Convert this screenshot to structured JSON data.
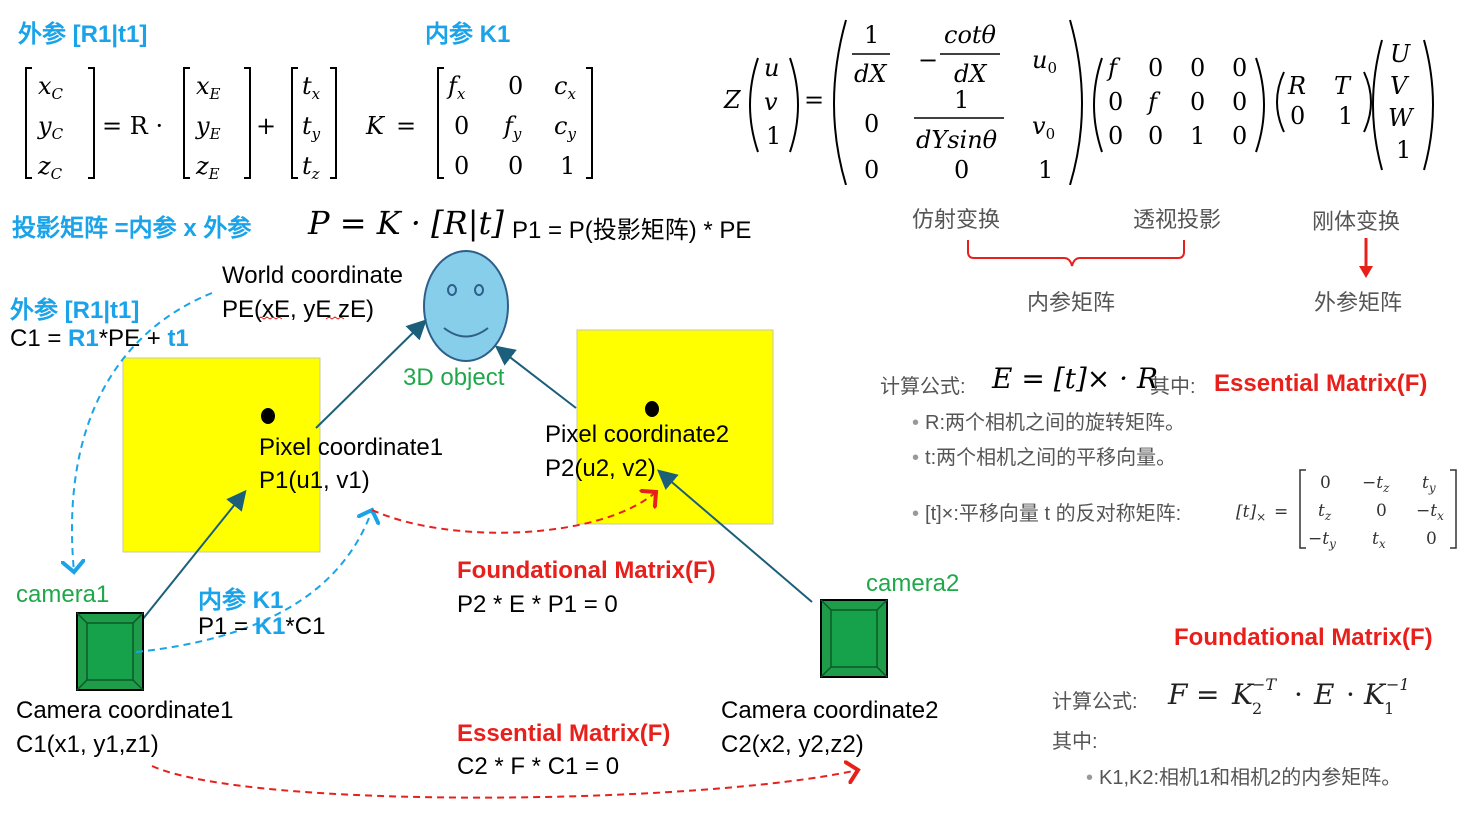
{
  "labels": {
    "extrinsic_title": "外参 [R1|t1]",
    "intrinsic_title": "内参 K1",
    "projection_title": "投影矩阵 =内参 x 外参",
    "projection_formula": "P = K · [R|t]",
    "p1_formula": "P1 = P(投影矩阵) * PE",
    "world_coord": "World coordinate",
    "pe_coord": "PE(xE, yE zE)",
    "extrinsic_left": "外参 [R1|t1]",
    "c1_formula": {
      "pre": "C1 = ",
      "r1": "R1",
      "mid": "*PE + ",
      "t1": "t1"
    },
    "object_label": "3D object",
    "pixel1": "Pixel coordinate1",
    "pixel1_p": "P1(u1, v1)",
    "pixel2": "Pixel coordinate2",
    "pixel2_p": "P2(u2, v2)",
    "camera1": "camera1",
    "camera2": "camera2",
    "intrinsic_k1": "内参 K1",
    "p1k1": {
      "pre": "P1 = ",
      "k1": "K1",
      "post": "*C1"
    },
    "fund_matrix_mid": "Foundational Matrix(F)",
    "p2ep1": "P2 * E * P1 = 0",
    "camera_coord1": "Camera coordinate1",
    "c1xyz": "C1(x1, y1,z1)",
    "camera_coord2": "Camera coordinate2",
    "c2xyz": "C2(x2, y2,z2)",
    "essential_bottom": "Essential Matrix(F)",
    "c2fc1": "C2 * F * C1 = 0"
  },
  "right_panel": {
    "affine": "仿射变换",
    "perspective": "透视投影",
    "rigid": "刚体变换",
    "intrinsic_matrix": "内参矩阵",
    "extrinsic_matrix": "外参矩阵",
    "calc_label": "计算公式:",
    "essential_formula": "E = [t]× · R",
    "essential_where": "其中:",
    "essential_title": "Essential Matrix(F)",
    "bullet_r": "R:两个相机之间的旋转矩阵。",
    "bullet_t": "t:两个相机之间的平移向量。",
    "bullet_tx": "[t]×:平移向量 t 的反对称矩阵:",
    "fund_title": "Foundational Matrix(F)",
    "calc_label2": "计算公式:",
    "fund_formula": "F = K2^-T · E · K1^-1",
    "where2": "其中:",
    "bullet_k": "K1,K2:相机1和相机2的内参矩阵。"
  },
  "colors": {
    "accent_blue": "#1aa3e8",
    "red": "#e8201c",
    "green_text": "#1fa84a",
    "yellow": "#ffff00",
    "face": "#87ceeb",
    "camera": "#1e9c4a"
  }
}
